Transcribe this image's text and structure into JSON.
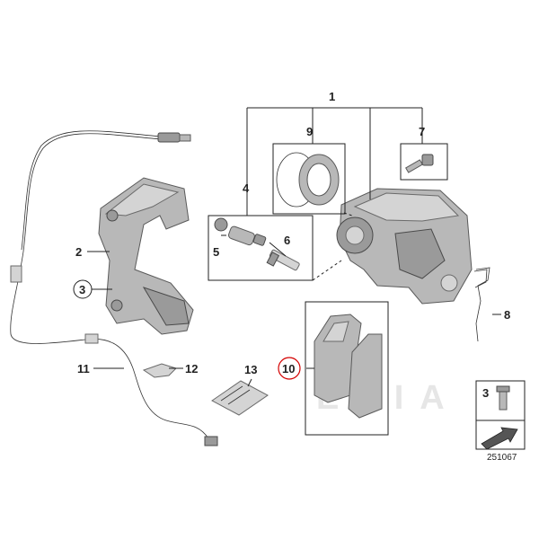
{
  "callouts": {
    "c1": "1",
    "c2": "2",
    "c3": "3",
    "c4": "4",
    "c5": "5",
    "c6": "6",
    "c7": "7",
    "c8": "8",
    "c9": "9",
    "c10": "10",
    "c11": "11",
    "c12": "12",
    "c13": "13"
  },
  "legend": {
    "label": "3"
  },
  "reference_number": "251067",
  "watermark": "EXIA",
  "colors": {
    "highlight_circle": "#d40000",
    "part_fill": "#b8b8b8",
    "line": "#222222"
  }
}
